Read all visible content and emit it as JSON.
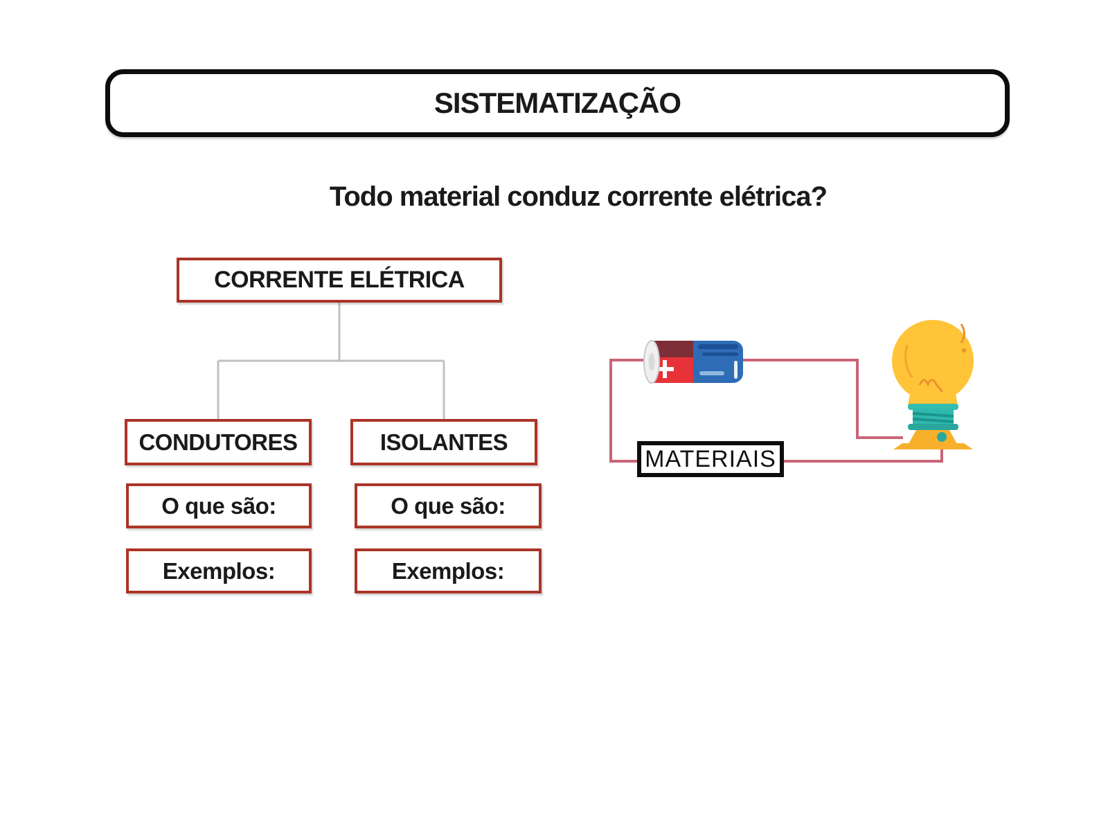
{
  "title": "SISTEMATIZAÇÃO",
  "question": "Todo material conduz corrente elétrica?",
  "flowchart": {
    "root": "CORRENTE ELÉTRICA",
    "branches": [
      {
        "label": "CONDUTORES",
        "what": "O que são:",
        "examples": "Exemplos:"
      },
      {
        "label": "ISOLANTES",
        "what": "O que são:",
        "examples": "Exemplos:"
      }
    ]
  },
  "circuit": {
    "materials_label": "MATERIAIS"
  },
  "colors": {
    "box_border_red": "#AB3426",
    "connector_gray": "#C1C1C1",
    "wire_red": "#C96577",
    "battery_red": "#E63238",
    "battery_dark_red": "#7E2E37",
    "battery_blue": "#2E6CB5",
    "battery_stripe_navy": "#1D4F97",
    "battery_stripe_light": "#8FB8DF",
    "battery_cap_white": "#F0F0F0",
    "bulb_yellow": "#FFC437",
    "bulb_accent_orange": "#E8922E",
    "coil_teal": "#2FB9AE",
    "coil_teal_dark": "#1A968D",
    "coil_teal_flange": "#35BDB2",
    "base_orange": "#F8B02C",
    "terminal_teal": "#2AA79D",
    "outline_black": "#0D0D0D"
  }
}
